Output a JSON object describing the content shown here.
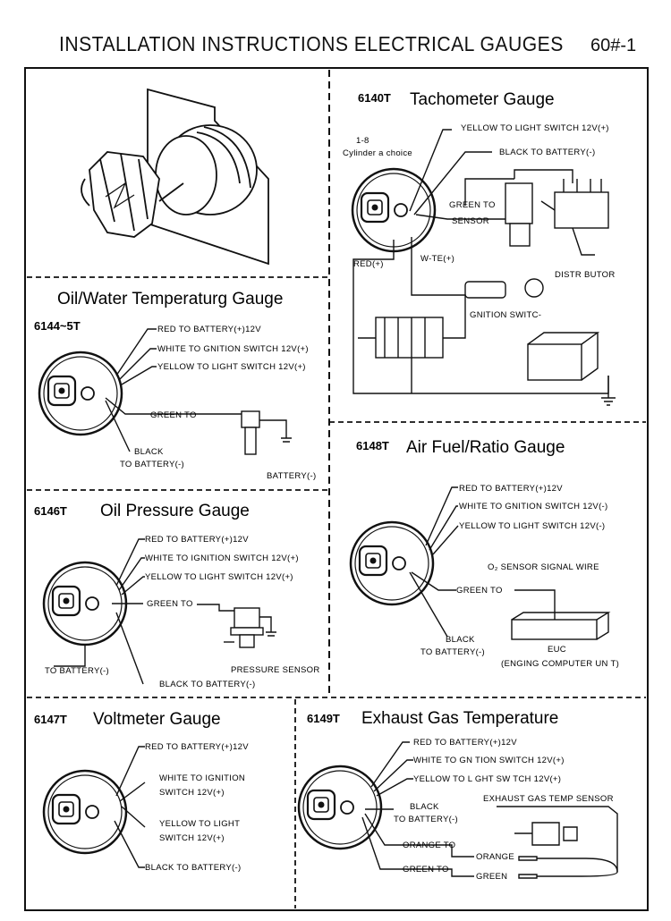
{
  "header": {
    "title": "INSTALLATION INSTRUCTIONS ELECTRICAL GAUGES",
    "page": "60#-1"
  },
  "sections": {
    "tach": {
      "code": "6140T",
      "title": "Tachometer Gauge",
      "yellow": "YELLOW   TO LIGHT SWITCH 12V(+)",
      "black": "BLACK  TO BATTERY(-)",
      "cyl": "1-8",
      "cyl2": "Cylinder a choice",
      "green": "GREEN TO",
      "sensor": "SENSOR",
      "red": "RED(+)",
      "white": "W-TE(+)",
      "distributor": "DISTR BUTOR",
      "ignition": "GNITION SWITC-"
    },
    "oilwater": {
      "code": "6144~5T",
      "title": "Oil/Water Temperaturg Gauge",
      "red": "RED  TO  BATTERY(+)12V",
      "white": "WHITE   TO  GNITION SWITCH 12V(+)",
      "yellow": "YELLOW    TO LIGHT SWITCH 12V(+)",
      "green": "GREEN TO",
      "black": "BLACK",
      "black2": "TO BATTERY(-)",
      "battery": "BATTERY(-)"
    },
    "airfuel": {
      "code": "6148T",
      "title": "Air Fuel/Ratio Gauge",
      "red": "RED  TO  BATTERY(+)12V",
      "white": "WHITE   TO  GNITION SWITCH 12V(-)",
      "yellow": "YELLOW   TO LIGHT SWITCH 12V(-)",
      "o2": "O₂  SENSOR SIGNAL WIRE",
      "green": "GREEN TO",
      "black": "BLACK",
      "black2": "TO BATTERY(-)",
      "euc": "EUC",
      "euc2": "(ENGING COMPUTER UN T)"
    },
    "oilpress": {
      "code": "6146T",
      "title": "Oil Pressure Gauge",
      "red": "RED  TO  BATTERY(+)12V",
      "white": "WHITE   TO IGNITION SWITCH 12V(+)",
      "yellow": "YELLOW    TO LIGHT SWITCH 12V(+)",
      "green": "GREEN TO",
      "tobat": "TO BATTERY(-)",
      "black": "BLACK TO BATTERY(-)",
      "psensor": "PRESSURE SENSOR"
    },
    "volt": {
      "code": "6147T",
      "title": "Voltmeter Gauge",
      "red": "RED  TO  BATTERY(+)12V",
      "white": "WHITE   TO IGNITION",
      "white2": "SWITCH 12V(+)",
      "yellow": "YELLOW    TO LIGHT",
      "yellow2": "SWITCH 12V(+)",
      "black": "BLACK  TO BATTERY(-)"
    },
    "egt": {
      "code": "6149T",
      "title": "Exhaust Gas Temperature",
      "red": "RED  TO  BATTERY(+)12V",
      "white": "WHITE    TO  GN TION SWITCH 12V(+)",
      "yellow": "YELLOW    TO  L GHT SW TCH 12V(+)",
      "black": "BLACK",
      "black2": "TO BATTERY(-)",
      "egtsensor": "EXHAUST GAS TEMP SENSOR",
      "orange": "ORANGE TO",
      "green": "GREEN TO",
      "orange2": "ORANGE",
      "green2": "GREEN"
    }
  }
}
